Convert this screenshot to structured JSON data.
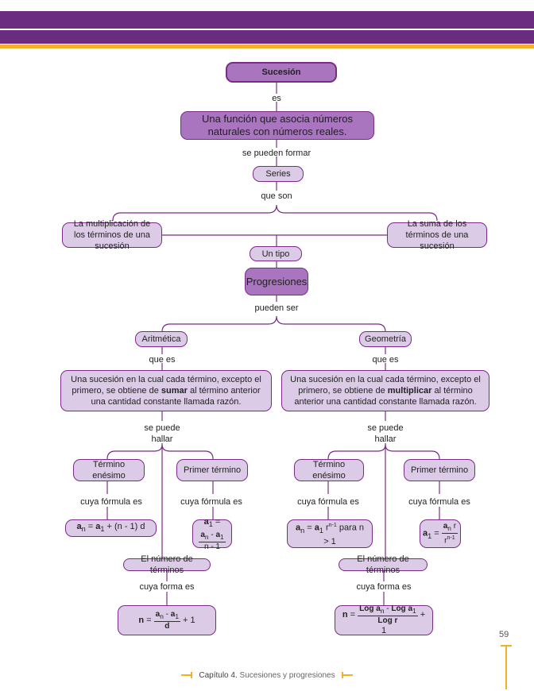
{
  "root": "Sucesión",
  "labels": {
    "es": "es",
    "se_pueden_formar": "se pueden formar",
    "que_son": "que son",
    "pueden_ser": "pueden ser",
    "que_es": "que es",
    "se_puede_hallar": "se puede\nhallar",
    "cuya_formula_es": "cuya fórmula es",
    "cuya_forma_es": "cuya forma es"
  },
  "definition": "Una función que asocia números naturales con números reales.",
  "series": "Series",
  "series_types": {
    "left": "La multiplicación de los términos de una sucesión",
    "right": "La suma de los términos de una sucesión"
  },
  "un_tipo": "Un tipo",
  "progresiones": "Progresiones",
  "arithmetic": {
    "name": "Aritmética",
    "definition_pre": "Una sucesión en la cual cada término, excepto el primero, se obtiene de ",
    "definition_bold": "sumar",
    "definition_post": " al término anterior una cantidad constante llamada razón.",
    "nth_term": "Término enésimo",
    "first_term": "Primer término",
    "number_terms": "El número de términos"
  },
  "geometric": {
    "name": "Geometría",
    "definition_pre": "Una sucesión en la cual cada término, excepto el primero, se obtiene de ",
    "definition_bold": "multiplicar",
    "definition_post": " al término anterior una cantidad constante llamada razón.",
    "nth_term": "Término enésimo",
    "first_term": "Primer término",
    "number_terms": "El número de términos",
    "nth_condition": "para n > 1"
  },
  "page_number": "59",
  "footer": {
    "chapter": "Capítulo 4.",
    "title": "Sucesiones y progresiones"
  },
  "colors": {
    "header": "#6b2b7e",
    "accent": "#f2b02a",
    "node_fill": "#dccbe6",
    "node_dark": "#a975bf",
    "line": "#7b2b86"
  }
}
